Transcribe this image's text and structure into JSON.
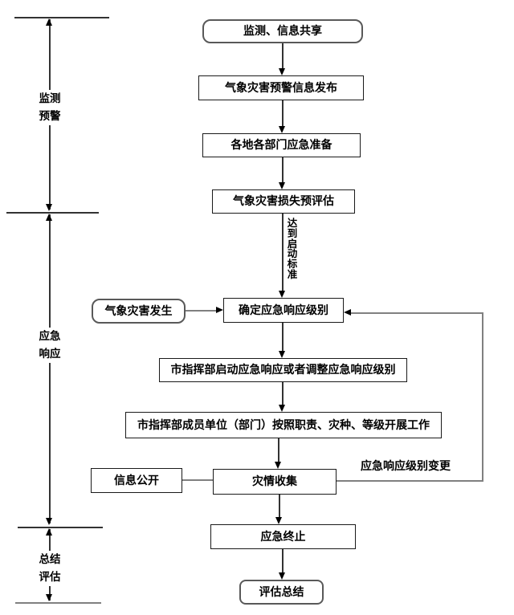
{
  "phase_axis": {
    "phases": [
      {
        "line1": "监测",
        "line2": "预警"
      },
      {
        "line1": "应急",
        "line2": "响应"
      },
      {
        "line1": "总结",
        "line2": "评估"
      }
    ]
  },
  "nodes": {
    "monitor_share": "监测、信息共享",
    "warning_release": "气象灾害预警信息发布",
    "dept_preparation": "各地各部门应急准备",
    "loss_pre_assessment": "气象灾害损失预评估",
    "disaster_occur": "气象灾害发生",
    "determine_level": "确定应急响应级别",
    "start_or_adjust": "市指挥部启动应急响应或者调整应急响应级别",
    "members_carry_out": "市指挥部成员单位（部门）按照职责、灾种、等级开展工作",
    "info_public": "信息公开",
    "collect_info": "灾情收集",
    "emergency_end": "应急终止",
    "evaluation_summary": "评估总结"
  },
  "edge_labels": {
    "reach_start_criteria": "达到启动标准",
    "level_change": "应急响应级别变更"
  },
  "colors": {
    "line": "#333333",
    "gray_line": "#808080",
    "arrowhead": "#000000",
    "box_border": "#1a1a1a",
    "rounded_border": "#595959",
    "background": "#ffffff",
    "text": "#000000"
  }
}
